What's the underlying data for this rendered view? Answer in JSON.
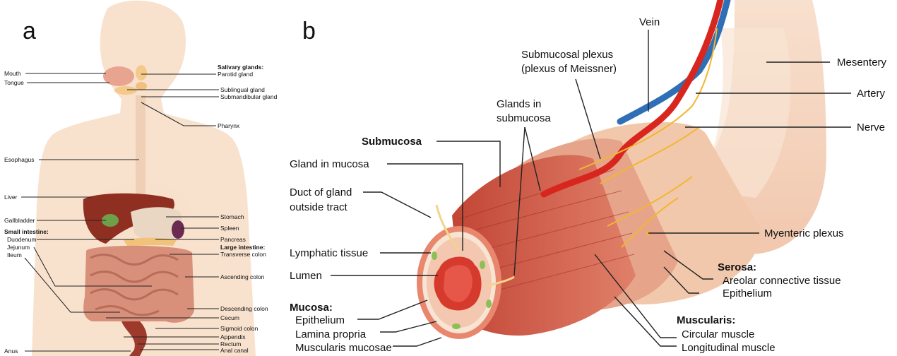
{
  "panel_a": {
    "letter": "a",
    "labels_left": {
      "mouth": "Mouth",
      "tongue": "Tongue",
      "esophagus": "Esophagus",
      "liver": "Liver",
      "gallbladder": "Gallbladder",
      "small_intestine_header": "Small intestine:",
      "duodenum": "Duodenum",
      "jejunum": "Jejunum",
      "ileum": "Ileum",
      "anus": "Anus"
    },
    "labels_right": {
      "salivary_header": "Salivary glands:",
      "parotid": "Parotid gland",
      "sublingual": "Sublingual gland",
      "submandibular": "Submandibular gland",
      "pharynx": "Pharynx",
      "stomach": "Stomach",
      "spleen": "Spleen",
      "pancreas": "Pancreas",
      "large_intestine_header": "Large intestine:",
      "transverse": "Transverse colon",
      "ascending": "Ascending colon",
      "descending": "Descending colon",
      "cecum": "Cecum",
      "sigmoid": "Sigmoid colon",
      "appendix": "Appendix",
      "rectum": "Rectum",
      "anal_canal": "Anal canal"
    }
  },
  "panel_b": {
    "letter": "b",
    "labels": {
      "vein": "Vein",
      "submucosal_plexus_1": "Submucosal plexus",
      "submucosal_plexus_2": "(plexus of Meissner)",
      "mesentery": "Mesentery",
      "artery": "Artery",
      "nerve": "Nerve",
      "glands_submucosa_1": "Glands in",
      "glands_submucosa_2": "submucosa",
      "submucosa": "Submucosa",
      "gland_mucosa": "Gland in mucosa",
      "duct_1": "Duct of gland",
      "duct_2": "outside tract",
      "lymphatic": "Lymphatic tissue",
      "lumen": "Lumen",
      "mucosa": "Mucosa:",
      "epithelium_m": "Epithelium",
      "lamina": "Lamina propria",
      "muscularis_mucosae": "Muscularis mucosae",
      "myenteric": "Myenteric plexus",
      "serosa": "Serosa:",
      "areolar": "Areolar connective tissue",
      "epithelium_s": "Epithelium",
      "muscularis": "Muscularis:",
      "circular": "Circular muscle",
      "longitudinal": "Longitudinal muscle"
    }
  },
  "colors": {
    "skin": "#f6dcc4",
    "liver": "#9c3a2a",
    "intestine": "#d9907a",
    "muscle": "#c8463c",
    "artery": "#d8261e",
    "vein": "#2f6fb6",
    "nerve": "#f2b630"
  }
}
